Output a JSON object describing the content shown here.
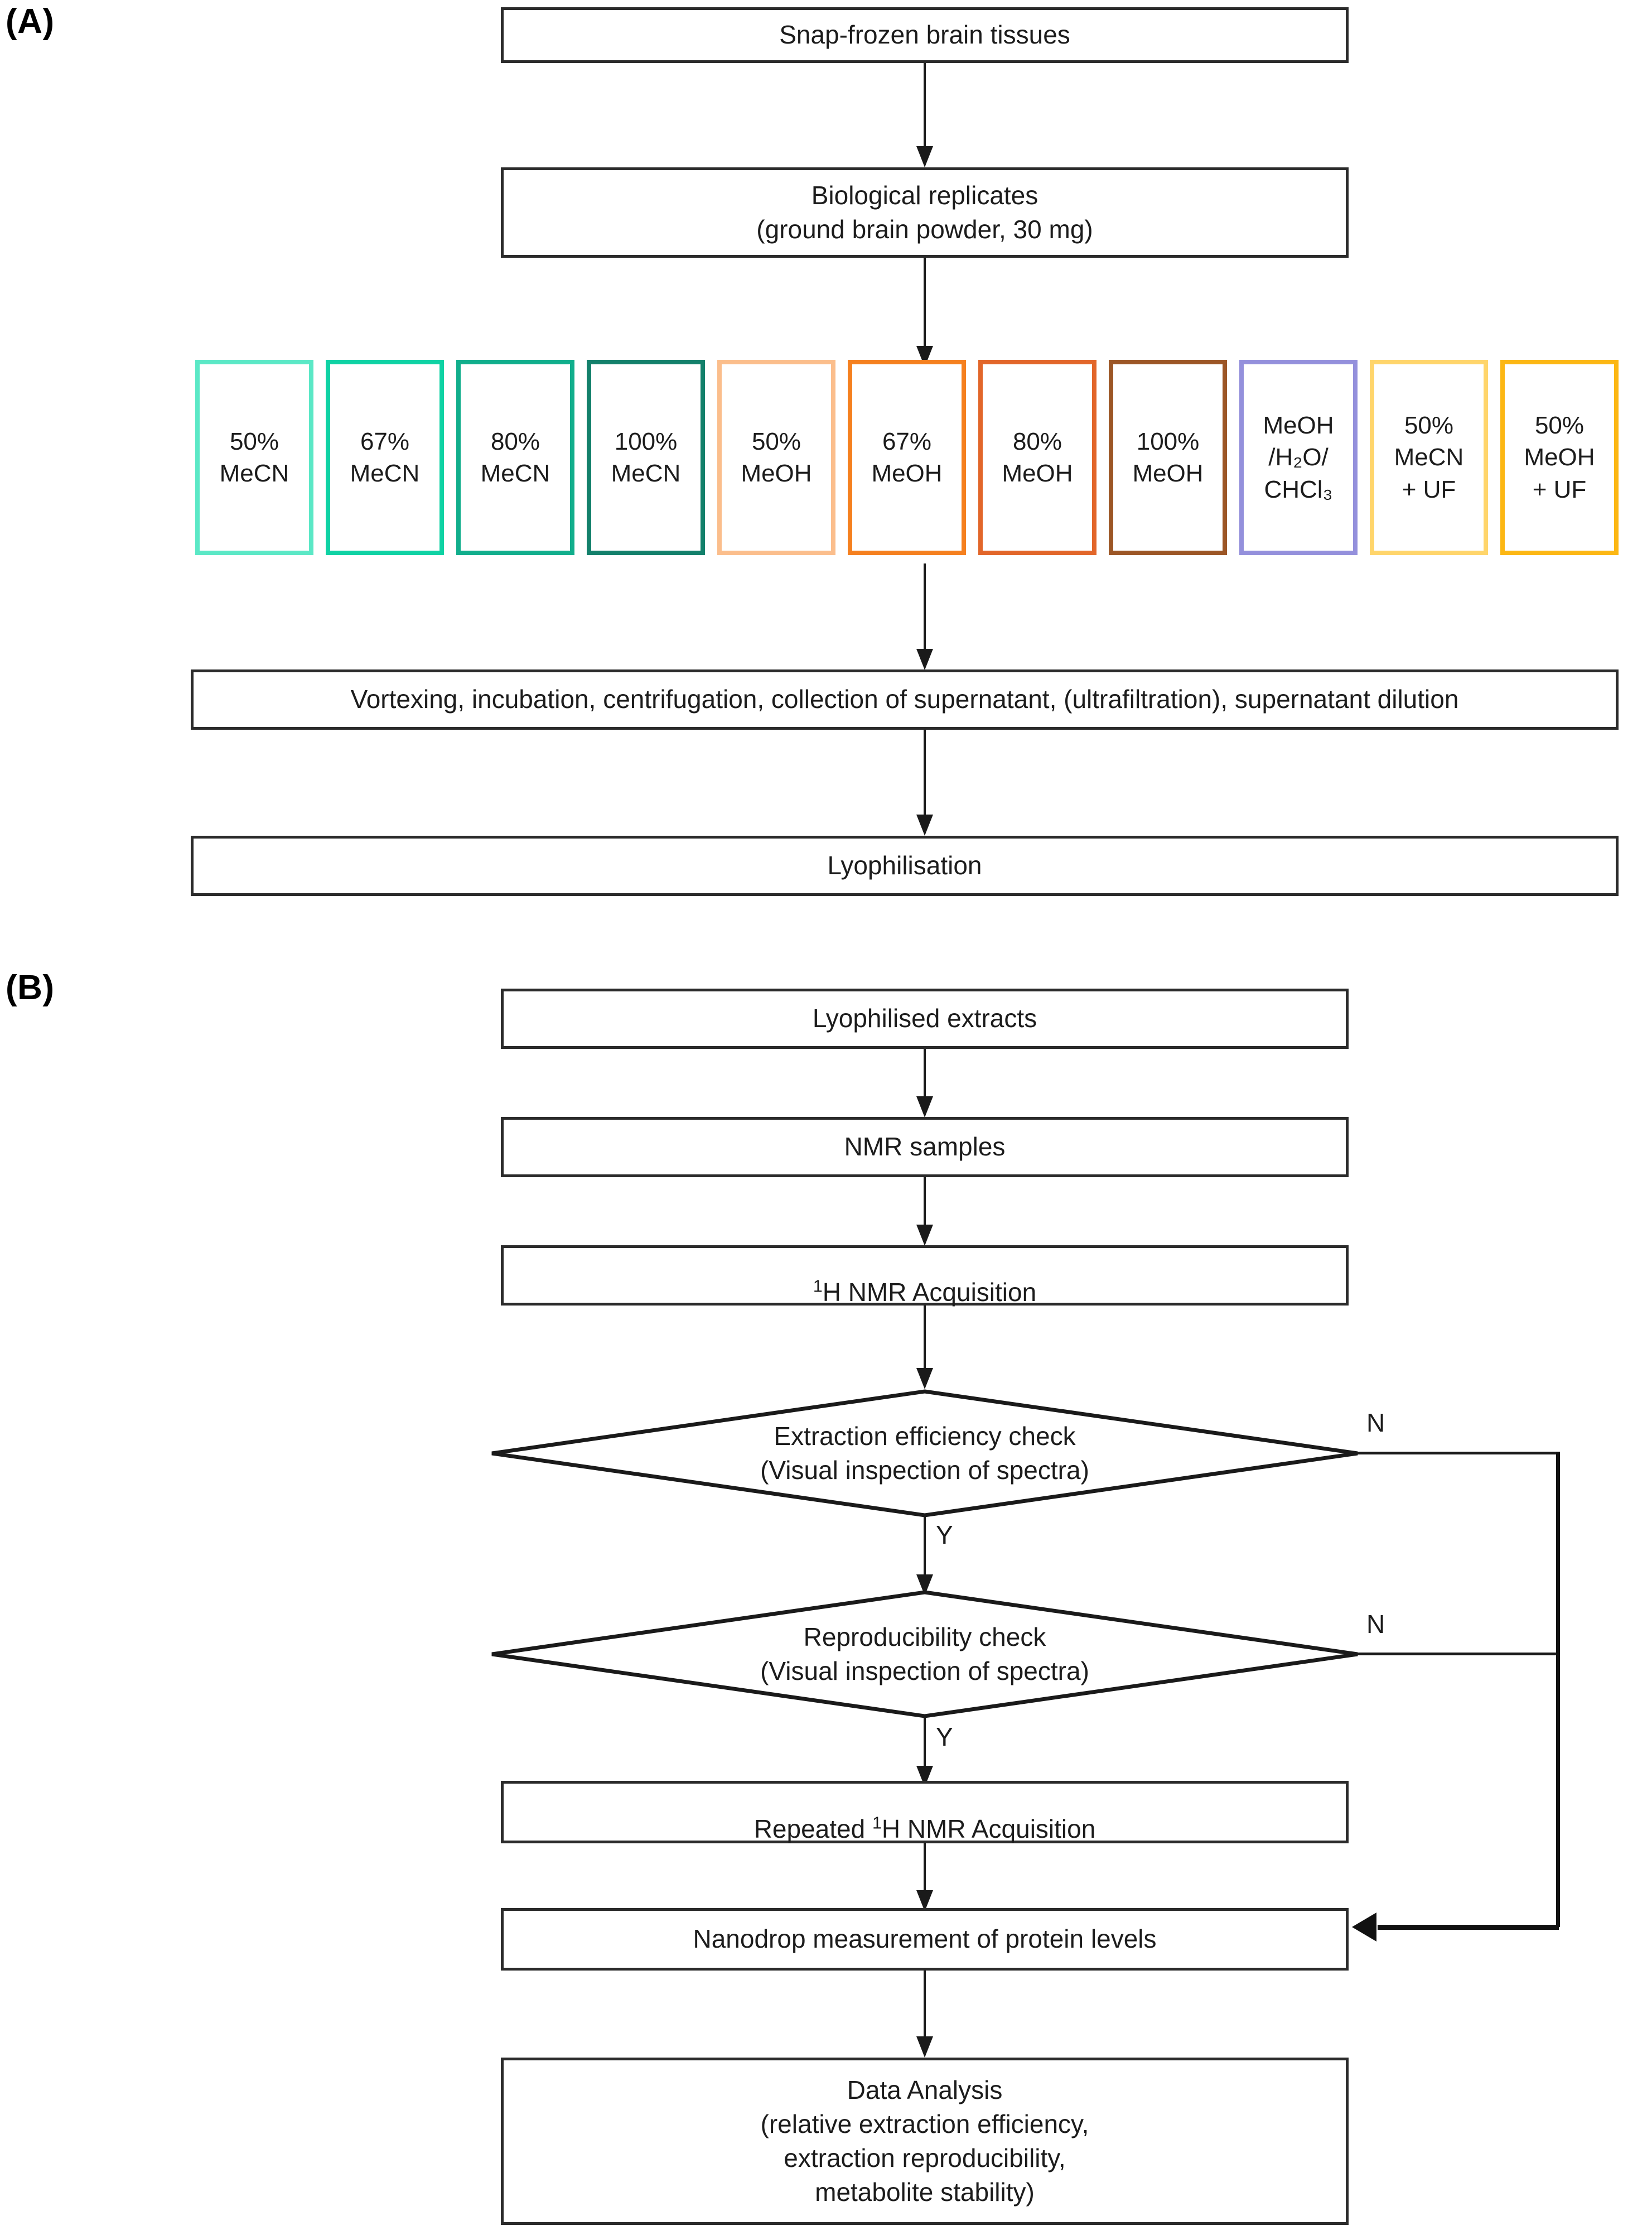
{
  "figure": {
    "panels": [
      {
        "id": "A",
        "label": "(A)"
      },
      {
        "id": "B",
        "label": "(B)"
      }
    ]
  },
  "panel_a": {
    "label": "(A)",
    "nodes": [
      {
        "name": "start",
        "text": "Snap-frozen brain tissues"
      },
      {
        "name": "replicates",
        "text": "Biological replicates\n(ground brain powder, 30 mg)"
      },
      {
        "name": "processing",
        "text": "Vortexing, incubation, centrifugation, collection of supernatant, (ultrafiltration), supernatant dilution"
      },
      {
        "name": "lyophilisation",
        "text": "Lyophilisation"
      }
    ],
    "solvents": [
      {
        "name": "50-mecn",
        "line1": "50%",
        "line2": "MeCN",
        "line3": "",
        "color": "#5BE8C6"
      },
      {
        "name": "67-mecn",
        "line1": "67%",
        "line2": "MeCN",
        "line3": "",
        "color": "#0FD2A4"
      },
      {
        "name": "80-mecn",
        "line1": "80%",
        "line2": "MeCN",
        "line3": "",
        "color": "#11AE8C"
      },
      {
        "name": "100-mecn",
        "line1": "100%",
        "line2": "MeCN",
        "line3": "",
        "color": "#13806B"
      },
      {
        "name": "50-meoh",
        "line1": "50%",
        "line2": "MeOH",
        "line3": "",
        "color": "#FBBE8C"
      },
      {
        "name": "67-meoh",
        "line1": "67%",
        "line2": "MeOH",
        "line3": "",
        "color": "#F5801F"
      },
      {
        "name": "80-meoh",
        "line1": "80%",
        "line2": "MeOH",
        "line3": "",
        "color": "#E2662A"
      },
      {
        "name": "100-meoh",
        "line1": "100%",
        "line2": "MeOH",
        "line3": "",
        "color": "#9C5626"
      },
      {
        "name": "meoh-h2o-chcl3",
        "line1": "MeOH",
        "line2": "/H₂O/",
        "line3": "CHCl₃",
        "color": "#9490DC"
      },
      {
        "name": "50-mecn-uf",
        "line1": "50%",
        "line2": "MeCN",
        "line3": "+ UF",
        "color": "#FFD56B"
      },
      {
        "name": "50-meoh-uf",
        "line1": "50%",
        "line2": "MeOH",
        "line3": "+ UF",
        "color": "#FCB714"
      }
    ]
  },
  "panel_b": {
    "label": "(B)",
    "nodes": [
      {
        "name": "lyophilised-extracts",
        "text": "Lyophilised extracts"
      },
      {
        "name": "nmr-samples",
        "text": "NMR samples"
      },
      {
        "name": "nmr-acquisition",
        "text": "H NMR Acquisition",
        "superscript": "1"
      },
      {
        "name": "repeated-nmr",
        "text": "Repeated",
        "text2": "H NMR Acquisition",
        "superscript": "1"
      },
      {
        "name": "nanodrop",
        "text": "Nanodrop measurement of protein levels"
      },
      {
        "name": "data-analysis",
        "text": "Data Analysis\n(relative extraction efficiency,\nextraction reproducibility,\nmetabolite stability)"
      }
    ],
    "decisions": [
      {
        "name": "extraction-efficiency-check",
        "line1": "Extraction efficiency check",
        "line2": "(Visual inspection of spectra)"
      },
      {
        "name": "reproducibility-check",
        "line1": "Reproducibility check",
        "line2": "(Visual inspection of spectra)"
      }
    ],
    "branch_labels": {
      "yes": "Y",
      "no": "N"
    }
  }
}
